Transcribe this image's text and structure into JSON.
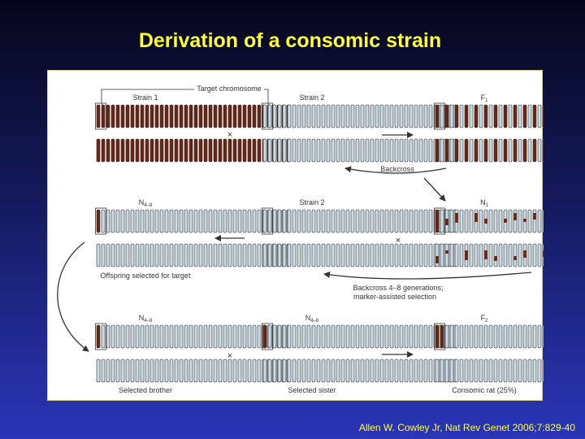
{
  "slide": {
    "title": "Derivation of a consomic strain",
    "citation": "Allen W. Cowley Jr, Nat Rev Genet 2006;7:829-40"
  },
  "diagram": {
    "target_label": "Target chromosome",
    "panels": [
      {
        "id": "strain1",
        "label": "Strain 1",
        "pattern": "donor"
      },
      {
        "id": "strain2_top",
        "label": "Strain 2",
        "pattern": "recipient"
      },
      {
        "id": "f1",
        "label": "F",
        "sub": "1",
        "pattern": "f1"
      },
      {
        "id": "n48_mid",
        "label": "N",
        "sub": "4–8",
        "pattern": "target_only"
      },
      {
        "id": "strain2_mid",
        "label": "Strain 2",
        "pattern": "recipient"
      },
      {
        "id": "n1",
        "label": "N",
        "sub": "1",
        "pattern": "n1"
      },
      {
        "id": "n48_bl",
        "label": "N",
        "sub": "4–8",
        "pattern": "target_only"
      },
      {
        "id": "n48_bm",
        "label": "N",
        "sub": "4–8",
        "pattern": "target_only"
      },
      {
        "id": "f2",
        "label": "F",
        "sub": "2",
        "pattern": "consomic"
      }
    ],
    "captions": {
      "backcross": "Backcross",
      "backcross_multi": "Backcross 4–8 generations;",
      "marker_selection": "marker-assisted selection",
      "offspring_selected": "Offspring selected for target",
      "selected_brother": "Selected brother",
      "selected_sister": "Selected sister",
      "consomic_rat": "Consomic rat (25%)"
    },
    "cross_symbol": "×",
    "colors": {
      "donor": "#6b2410",
      "recipient": "#c9dbe4",
      "outline": "#333333",
      "arrow": "#333333"
    }
  }
}
